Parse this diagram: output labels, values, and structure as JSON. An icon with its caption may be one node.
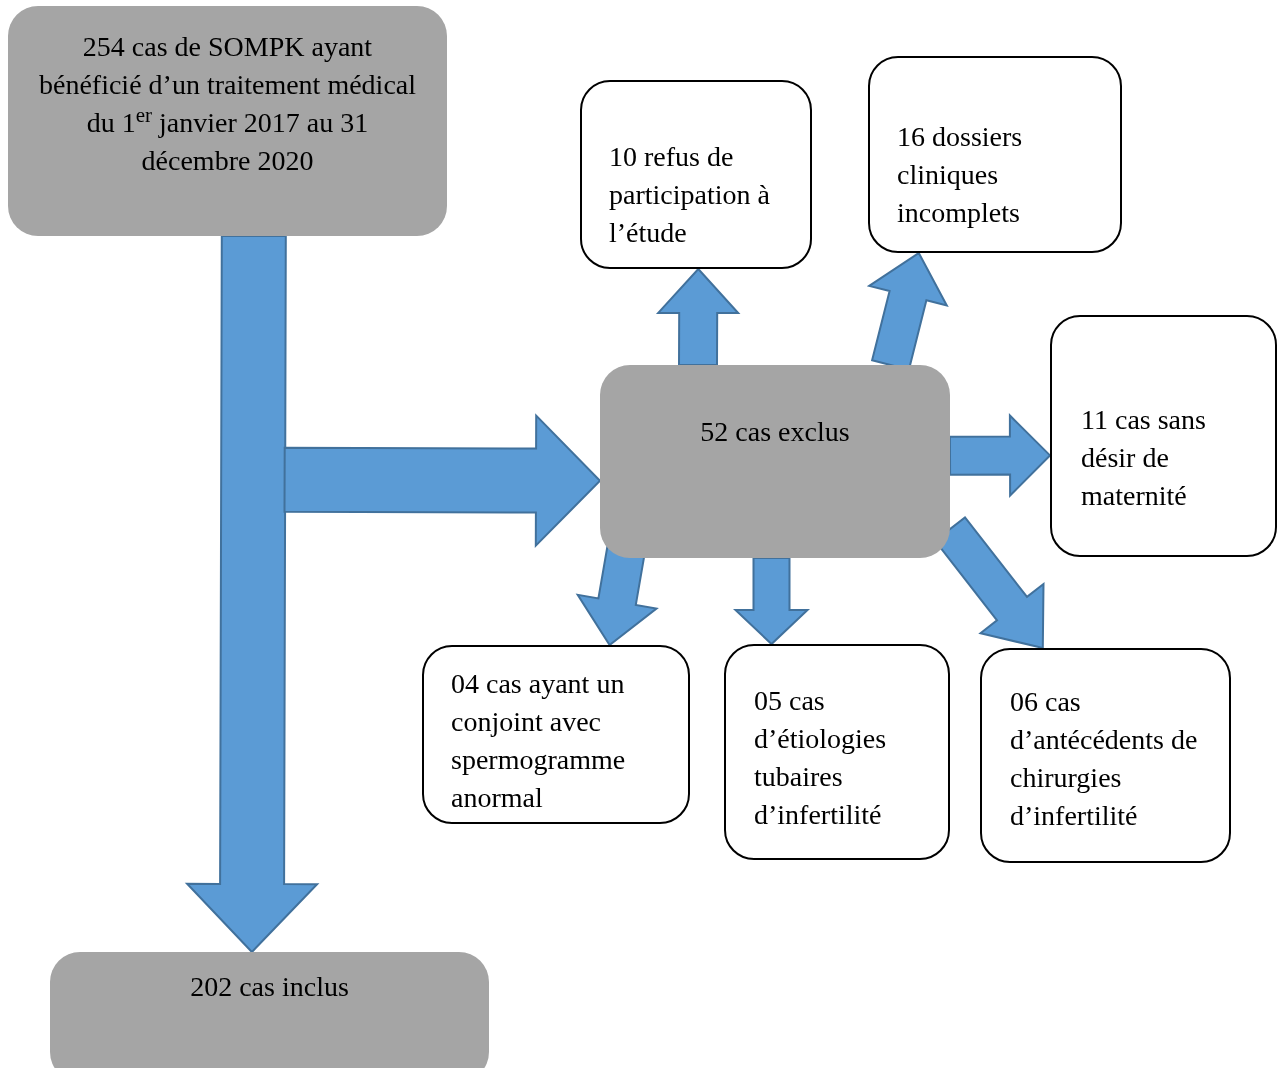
{
  "diagram": {
    "nodes": [
      {
        "text": [
          "254 cas de SOMPK ayant bénéficié d’un traitement médical du 1$^{er}$ janvier 2017 au 31 décembre 2020"
        ]
      },
      {
        "text": [
          "52 cas exclus"
        ]
      },
      {
        "text": [
          "10 refus de participation à l’étude"
        ]
      },
      {
        "text": [
          "16 dossiers cliniques incomplets"
        ]
      },
      {
        "text": [
          "11 cas sans désir de maternité"
        ]
      },
      {
        "text": [
          "04 cas ayant un conjoint avec spermogramme anormal"
        ]
      },
      {
        "text": [
          "05 cas d’étiologies tubaires d’infertilité"
        ]
      },
      {
        "text": [
          "06 cas d’antécédents de chirurgies d’infertilité"
        ]
      },
      {
        "text": [
          "202 cas inclus"
        ]
      }
    ],
    "edges": [
      {
        "from": 0,
        "to": 8,
        "arrow": "to"
      },
      {
        "from": 0,
        "to": 1,
        "arrow": "to"
      },
      {
        "from": 1,
        "to": 2,
        "arrow": "to"
      },
      {
        "from": 1,
        "to": 3,
        "arrow": "to"
      },
      {
        "from": 1,
        "to": 4,
        "arrow": "to"
      },
      {
        "from": 1,
        "to": 5,
        "arrow": "to"
      },
      {
        "from": 1,
        "to": 6,
        "arrow": "to"
      },
      {
        "from": 1,
        "to": 7,
        "arrow": "to"
      }
    ]
  }
}
